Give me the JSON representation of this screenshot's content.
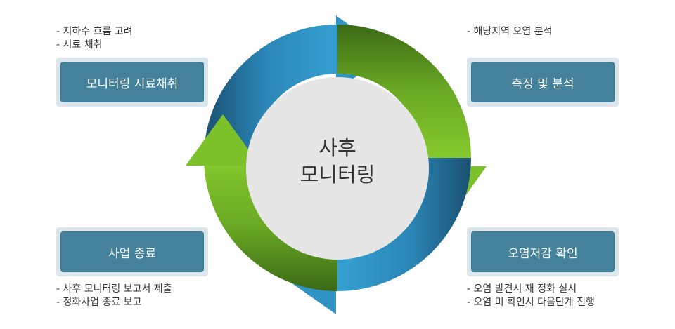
{
  "center": {
    "line1": "사후",
    "line2": "모니터링"
  },
  "steps": {
    "top_left": {
      "label": "모니터링 시료채취",
      "notes": [
        "- 지하수 흐름 고려",
        "- 시료 채취"
      ]
    },
    "top_right": {
      "label": "측정 및 분석",
      "notes": [
        "- 해당지역 오염 분석"
      ]
    },
    "bottom_right": {
      "label": "오염저감 확인",
      "notes": [
        "- 오염 발견시 재 정화 실시",
        "- 오염 미 확인시 다음단계 진행"
      ]
    },
    "bottom_left": {
      "label": "사업 종료",
      "notes": [
        "- 사후 모니터링 보고서 제출",
        "- 정화사업 종료 보고"
      ]
    }
  },
  "colors": {
    "blue_arrow": "#2f93c4",
    "green_arrow": "#7cc12a",
    "step_box": "#43829a",
    "step_frame": "#dbe7ec",
    "center_circle": "#e6e6e6"
  }
}
